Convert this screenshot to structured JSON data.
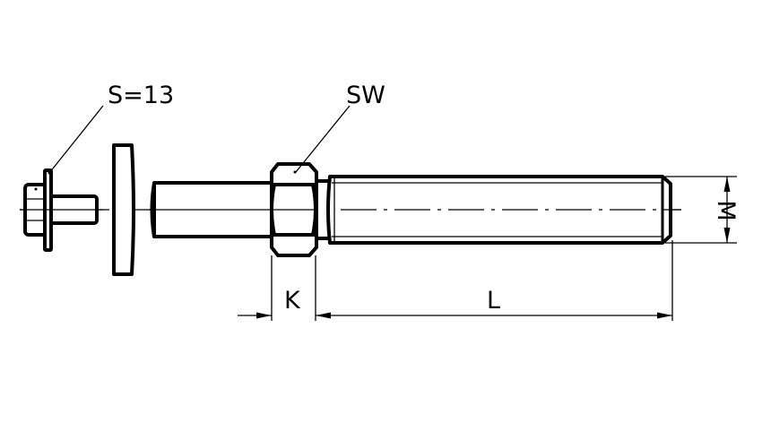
{
  "labels": {
    "screw_size": "S=13",
    "wrench_size": "SW",
    "nut_height": "K",
    "length": "L",
    "thread_diameter": "M"
  },
  "colors": {
    "line": "#000000",
    "background": "#ffffff"
  }
}
